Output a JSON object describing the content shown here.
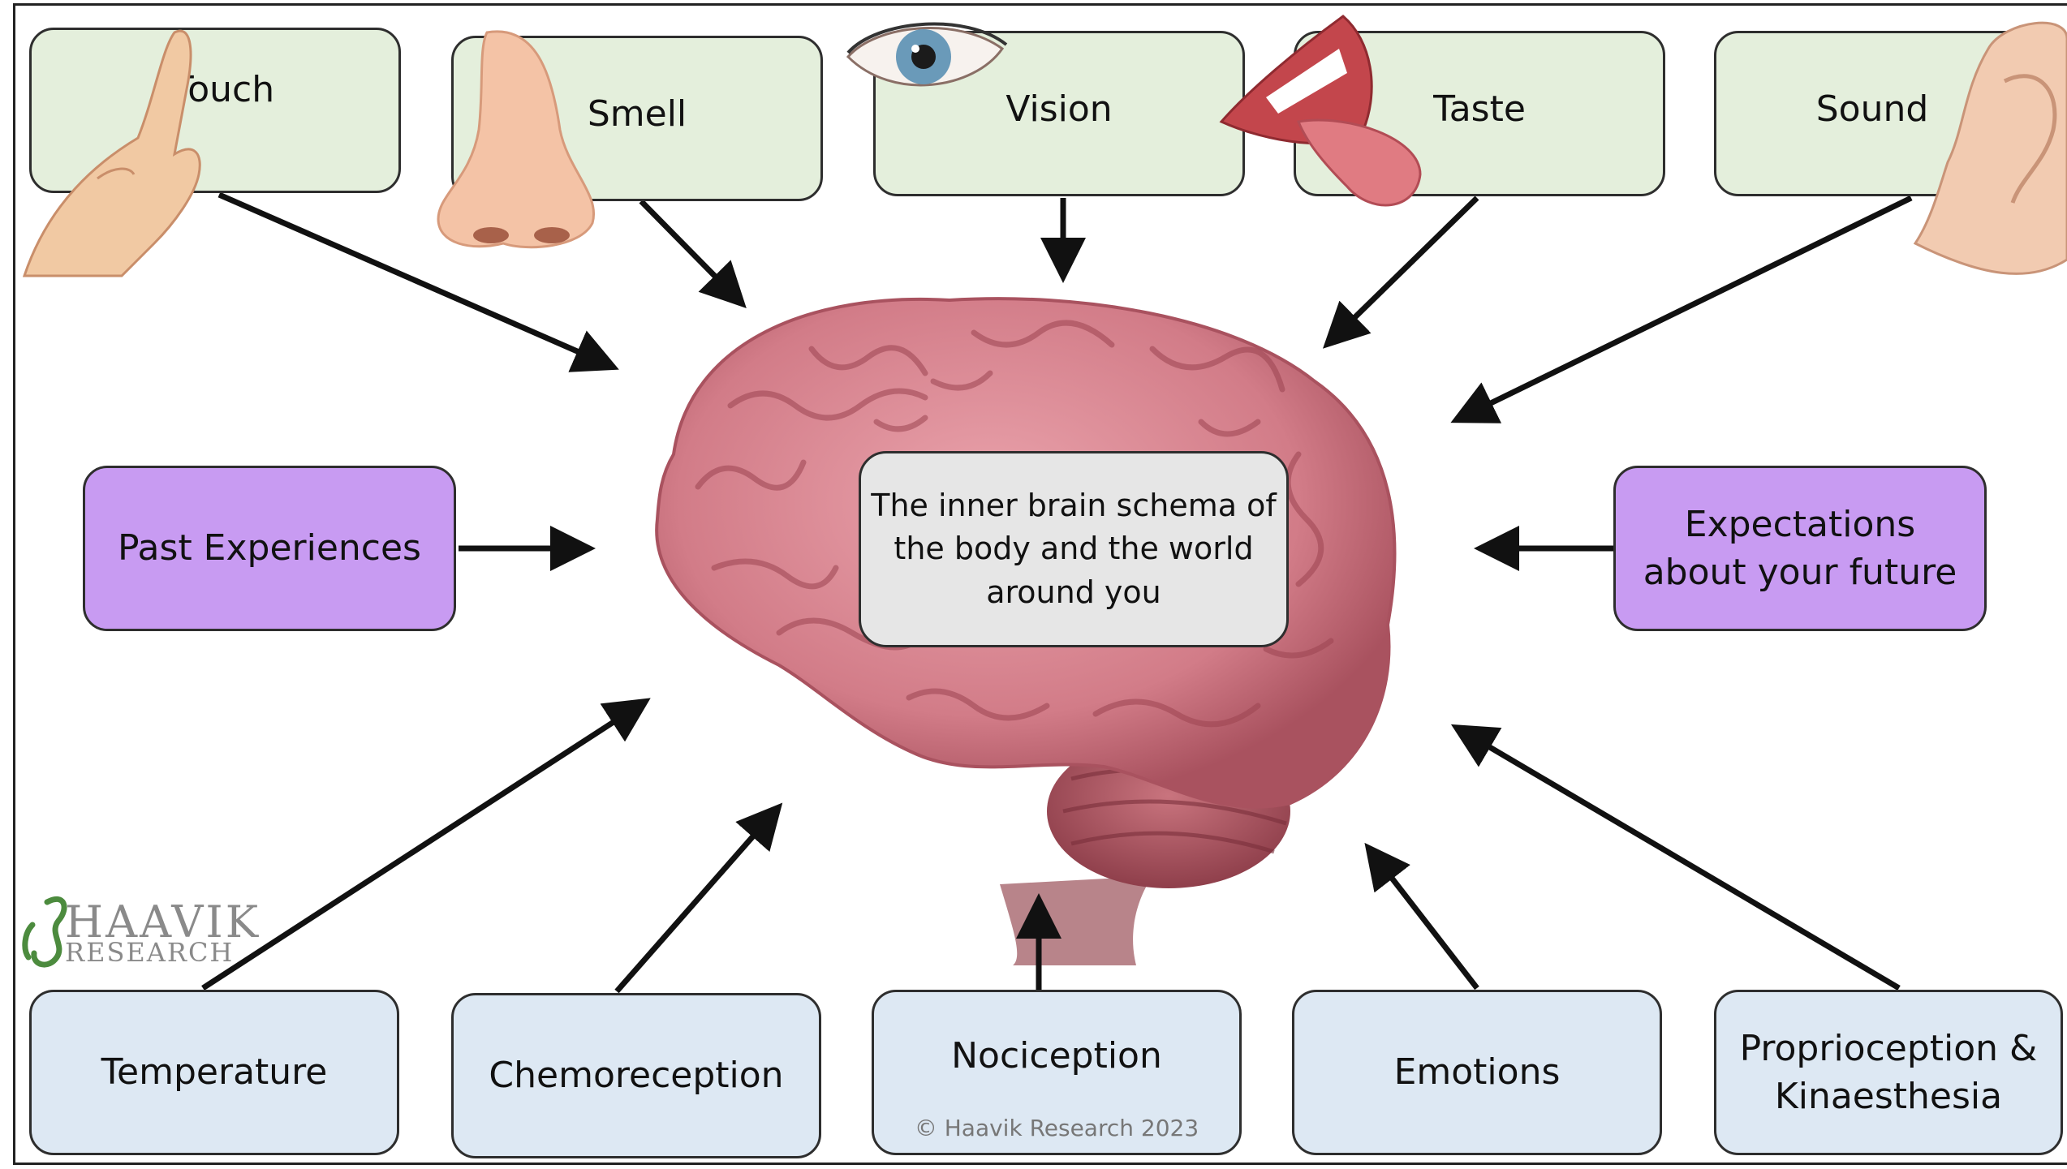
{
  "colors": {
    "sense_box": "#e4efdc",
    "purple_box": "#c89bf2",
    "blue_box": "#dde8f3",
    "center_box": "#e6e6e6",
    "brain_main": "#d98a94",
    "brain_dark": "#a9525f",
    "logo_green": "#4c8b3e"
  },
  "senses": [
    {
      "label": "Touch",
      "icon": "pointing-hand-icon"
    },
    {
      "label": "Smell",
      "icon": "nose-icon"
    },
    {
      "label": "Vision",
      "icon": "eye-icon"
    },
    {
      "label": "Taste",
      "icon": "mouth-tongue-icon"
    },
    {
      "label": "Sound",
      "icon": "ear-icon"
    }
  ],
  "left_input": "Past Experiences",
  "right_input": "Expectations about your future",
  "center": {
    "line1": "The inner brain schema of",
    "line2": "the body and the world",
    "line3": "around you",
    "icon": "brain-icon"
  },
  "bottom_inputs": [
    {
      "label": "Temperature"
    },
    {
      "label": "Chemoreception"
    },
    {
      "label": "Nociception"
    },
    {
      "label": "Emotions"
    },
    {
      "label": "Proprioception &",
      "label2": "Kinaesthesia"
    }
  ],
  "copyright": "© Haavik Research 2023",
  "logo": {
    "line1": "HAAVIK",
    "line2": "RESEARCH",
    "icon": "seahorse-logo-icon"
  }
}
